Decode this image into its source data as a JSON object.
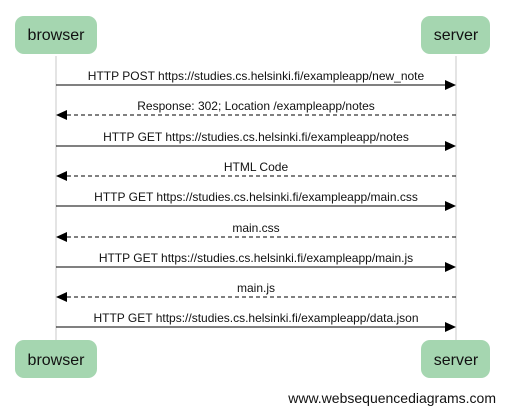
{
  "participants": {
    "left": "browser",
    "right": "server"
  },
  "messages": [
    {
      "text": "HTTP POST https://studies.cs.helsinki.fi/exampleapp/new_note",
      "direction": "right",
      "style": "solid"
    },
    {
      "text": "Response: 302; Location /exampleapp/notes",
      "direction": "left",
      "style": "dashed"
    },
    {
      "text": "HTTP GET https://studies.cs.helsinki.fi/exampleapp/notes",
      "direction": "right",
      "style": "solid"
    },
    {
      "text": "HTML Code",
      "direction": "left",
      "style": "dashed"
    },
    {
      "text": "HTTP GET https://studies.cs.helsinki.fi/exampleapp/main.css",
      "direction": "right",
      "style": "solid"
    },
    {
      "text": "main.css",
      "direction": "left",
      "style": "dashed"
    },
    {
      "text": "HTTP GET https://studies.cs.helsinki.fi/exampleapp/main.js",
      "direction": "right",
      "style": "solid"
    },
    {
      "text": "main.js",
      "direction": "left",
      "style": "dashed"
    },
    {
      "text": "HTTP GET https://studies.cs.helsinki.fi/exampleapp/data.json",
      "direction": "right",
      "style": "solid"
    }
  ],
  "watermark": "www.websequencediagrams.com",
  "colors": {
    "actor_fill": "#a5d6b0",
    "lifeline": "#c8c8c8",
    "arrow": "#000000"
  }
}
